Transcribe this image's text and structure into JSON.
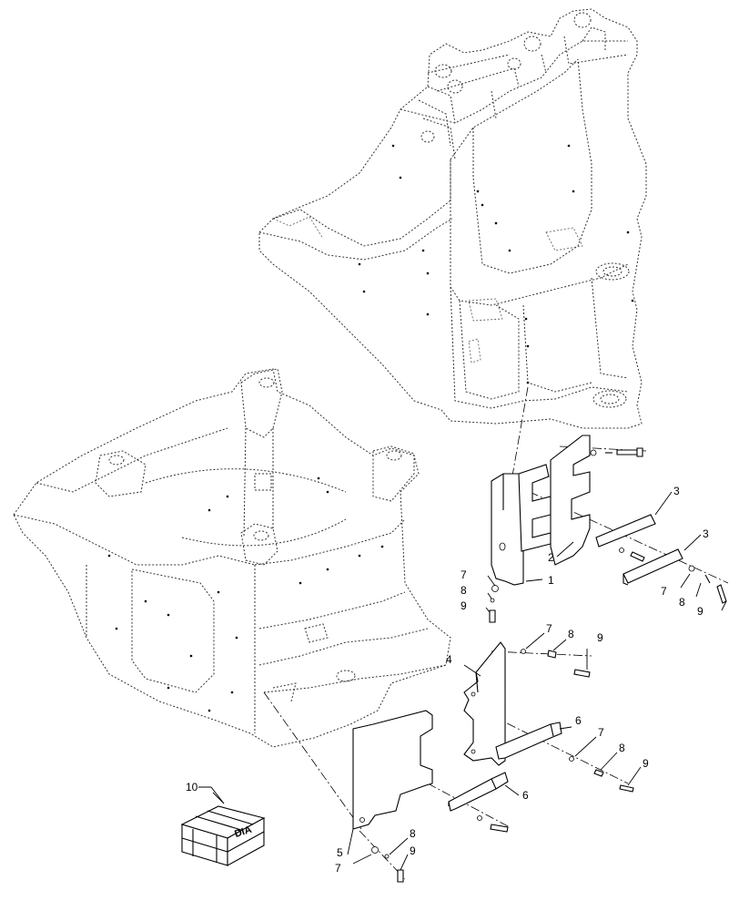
{
  "diagram": {
    "callouts": [
      {
        "id": "c1",
        "text": "1"
      },
      {
        "id": "c2",
        "text": "2"
      },
      {
        "id": "c3a",
        "text": "3"
      },
      {
        "id": "c3b",
        "text": "3"
      },
      {
        "id": "c4",
        "text": "4"
      },
      {
        "id": "c5",
        "text": "5"
      },
      {
        "id": "c6a",
        "text": "6"
      },
      {
        "id": "c6b",
        "text": "6"
      },
      {
        "id": "c7a",
        "text": "7"
      },
      {
        "id": "c7b",
        "text": "7"
      },
      {
        "id": "c7c",
        "text": "7"
      },
      {
        "id": "c7d",
        "text": "7"
      },
      {
        "id": "c7e",
        "text": "7"
      },
      {
        "id": "c8a",
        "text": "8"
      },
      {
        "id": "c8b",
        "text": "8"
      },
      {
        "id": "c8c",
        "text": "8"
      },
      {
        "id": "c8d",
        "text": "8"
      },
      {
        "id": "c8e",
        "text": "8"
      },
      {
        "id": "c9a",
        "text": "9"
      },
      {
        "id": "c9b",
        "text": "9"
      },
      {
        "id": "c9c",
        "text": "9"
      },
      {
        "id": "c9d",
        "text": "9"
      },
      {
        "id": "c9e",
        "text": "9"
      },
      {
        "id": "c10",
        "text": "10"
      }
    ],
    "kit_box_label": "DIA",
    "colors": {
      "line": "#000000",
      "ghost": "#333333",
      "background": "#ffffff"
    }
  }
}
